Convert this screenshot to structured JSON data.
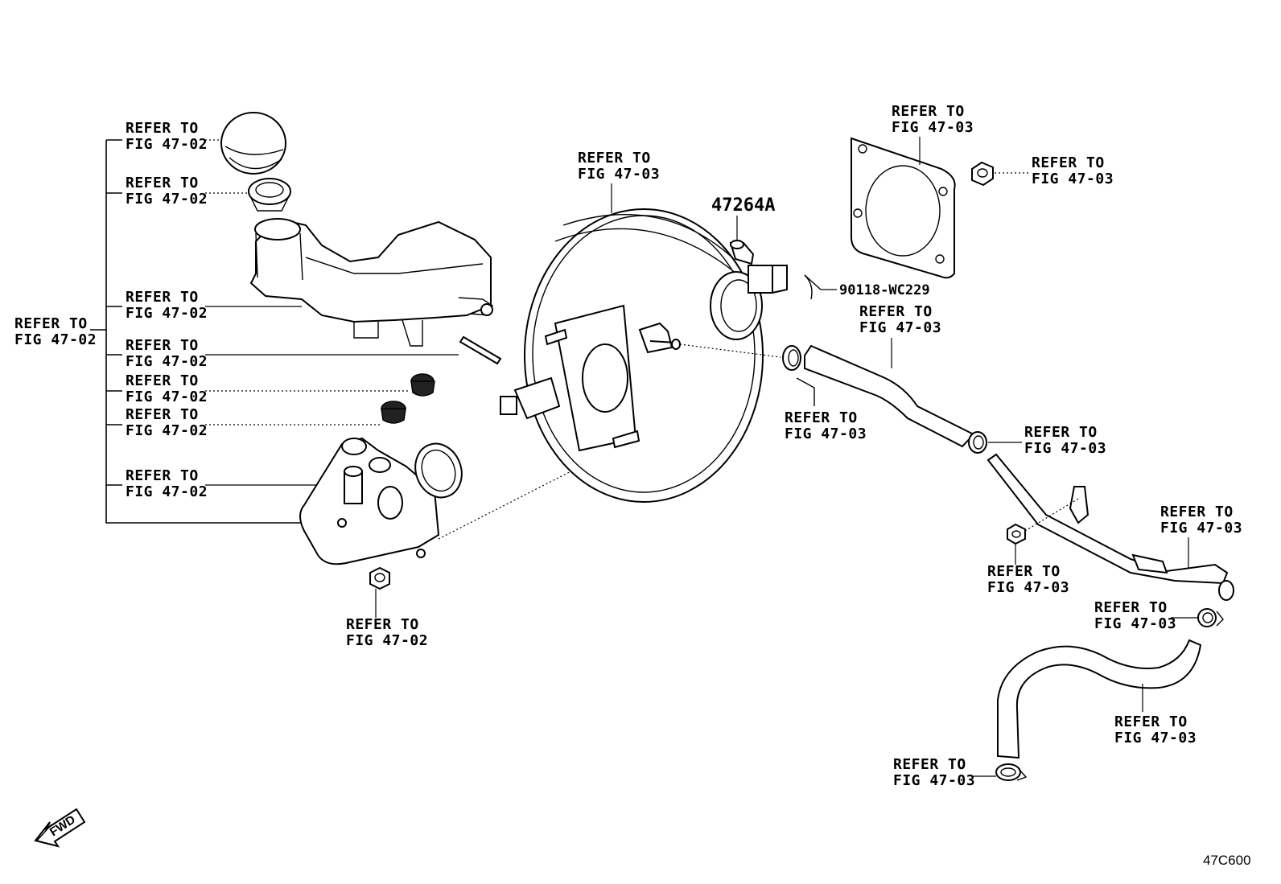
{
  "left_bracket": {
    "line1": "REFER TO",
    "line2": "FIG 47-02"
  },
  "cap": {
    "line1": "REFER TO",
    "line2": "FIG 47-02"
  },
  "strainer": {
    "line1": "REFER TO",
    "line2": "FIG 47-02"
  },
  "reservoir": {
    "line1": "REFER TO",
    "line2": "FIG 47-02"
  },
  "pin": {
    "line1": "REFER TO",
    "line2": "FIG 47-02"
  },
  "grommet_1": {
    "line1": "REFER TO",
    "line2": "FIG 47-02"
  },
  "grommet_2": {
    "line1": "REFER TO",
    "line2": "FIG 47-02"
  },
  "master_cylinder": {
    "line1": "REFER TO",
    "line2": "FIG 47-02"
  },
  "nut": {
    "line1": "REFER TO",
    "line2": "FIG 47-02"
  },
  "booster": {
    "line1": "REFER TO",
    "line2": "FIG 47-03"
  },
  "gasket": {
    "line1": "REFER TO",
    "line2": "FIG 47-03"
  },
  "nut_right": {
    "line1": "REFER TO",
    "line2": "FIG 47-03"
  },
  "clevis_pin": {
    "part_no": "47264A"
  },
  "clip": {
    "part_no": "90118-WC229"
  },
  "vacuum_hose": {
    "line1": "REFER TO",
    "line2": "FIG 47-03"
  },
  "clamp_1": {
    "line1": "REFER TO",
    "line2": "FIG 47-03"
  },
  "clamp_2": {
    "line1": "REFER TO",
    "line2": "FIG 47-03"
  },
  "bracket_nut": {
    "line1": "REFER TO",
    "line2": "FIG 47-03"
  },
  "vacuum_pipe": {
    "line1": "REFER TO",
    "line2": "FIG 47-03"
  },
  "clamp_3": {
    "line1": "REFER TO",
    "line2": "FIG 47-03"
  },
  "lower_hose": {
    "line1": "REFER TO",
    "line2": "FIG 47-03"
  },
  "clamp_4": {
    "line1": "REFER TO",
    "line2": "FIG 47-03"
  },
  "fwd": {
    "text": "FWD"
  },
  "diagram_code": "47C600"
}
